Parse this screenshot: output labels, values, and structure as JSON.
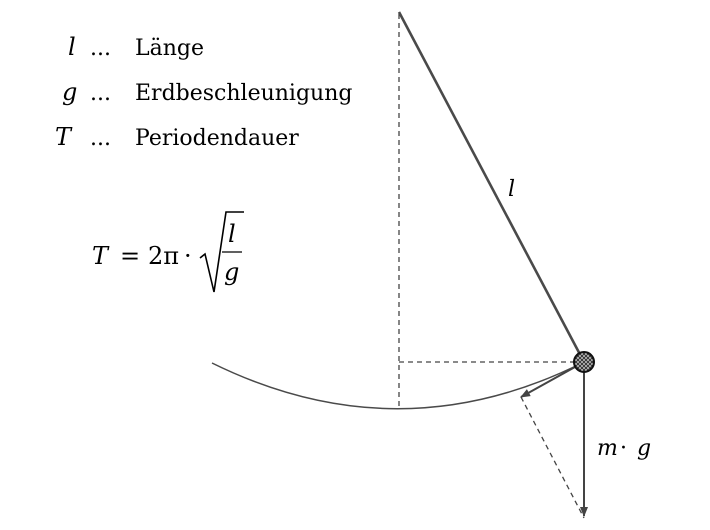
{
  "legend": {
    "items": [
      {
        "symbol": "l",
        "dots": "...",
        "text": "Länge"
      },
      {
        "symbol": "g",
        "dots": "...",
        "text": "Erdbeschleunigung"
      },
      {
        "symbol": "T",
        "dots": "...",
        "text": "Periodendauer"
      }
    ]
  },
  "formula": {
    "lhs": "T",
    "equals": "=",
    "coef": "2π",
    "cdot": "·",
    "numerator": "l",
    "denominator": "g"
  },
  "labels": {
    "length": "l",
    "weight_m": "m",
    "weight_dot": "·",
    "weight_g": "g"
  },
  "colors": {
    "stroke": "#4a4a4a",
    "dashed": "#444444",
    "bob": "#222222"
  }
}
